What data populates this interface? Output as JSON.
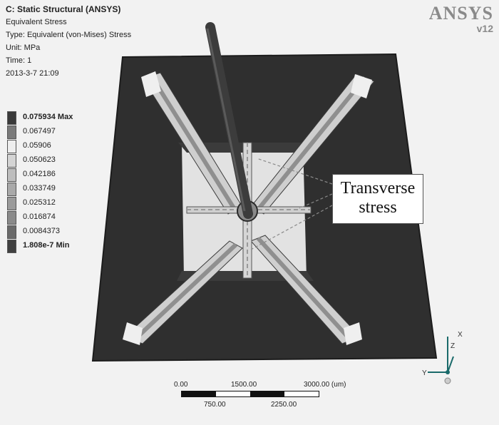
{
  "header": {
    "title": "C: Static Structural (ANSYS)",
    "result_name": "Equivalent Stress",
    "type": "Type: Equivalent (von-Mises) Stress",
    "unit": "Unit: MPa",
    "time": "Time: 1",
    "timestamp": "2013-3-7 21:09"
  },
  "logo": {
    "brand": "ANSYS",
    "version": "v12"
  },
  "legend": {
    "items": [
      {
        "label": "0.075934 Max",
        "color": "#3a3a3a"
      },
      {
        "label": "0.067497",
        "color": "#7a7a7a"
      },
      {
        "label": "0.05906",
        "color": "#eeeeee"
      },
      {
        "label": "0.050623",
        "color": "#d4d4d4"
      },
      {
        "label": "0.042186",
        "color": "#bdbdbd"
      },
      {
        "label": "0.033749",
        "color": "#a9a9a9"
      },
      {
        "label": "0.025312",
        "color": "#9a9a9a"
      },
      {
        "label": "0.016874",
        "color": "#8a8a8a"
      },
      {
        "label": "0.0084373",
        "color": "#6a6a6a"
      },
      {
        "label": "1.808e-7 Min",
        "color": "#404040"
      }
    ]
  },
  "callout": {
    "line1": "Transverse",
    "line2": "stress"
  },
  "scale": {
    "top_ticks": [
      "0.00",
      "1500.00",
      "3000.00 (um)"
    ],
    "bottom_ticks": [
      "750.00",
      "2250.00"
    ]
  },
  "axes": {
    "x": "X",
    "y": "Y",
    "z": "Z"
  }
}
